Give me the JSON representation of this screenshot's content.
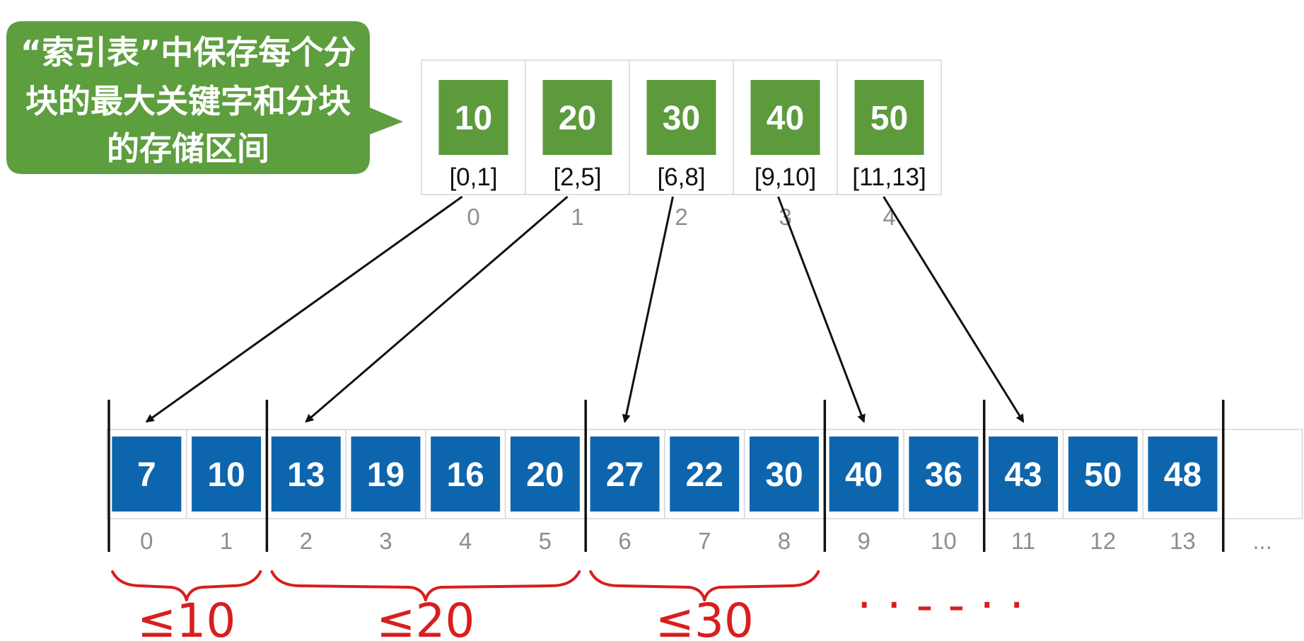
{
  "callout": {
    "lines": [
      "“索引表”中保存每个分",
      "块的最大关键字和分块",
      "的存储区间"
    ]
  },
  "index_table": [
    {
      "key": "10",
      "range": "[0,1]",
      "index": "0"
    },
    {
      "key": "20",
      "range": "[2,5]",
      "index": "1"
    },
    {
      "key": "30",
      "range": "[6,8]",
      "index": "2"
    },
    {
      "key": "40",
      "range": "[9,10]",
      "index": "3"
    },
    {
      "key": "50",
      "range": "[11,13]",
      "index": "4"
    }
  ],
  "array": {
    "values": [
      "7",
      "10",
      "13",
      "19",
      "16",
      "20",
      "27",
      "22",
      "30",
      "40",
      "36",
      "43",
      "50",
      "48"
    ],
    "indices": [
      "0",
      "1",
      "2",
      "3",
      "4",
      "5",
      "6",
      "7",
      "8",
      "9",
      "10",
      "11",
      "12",
      "13"
    ],
    "ellipsis": "..."
  },
  "links": [
    {
      "from": 0,
      "to": 0
    },
    {
      "from": 1,
      "to": 2
    },
    {
      "from": 2,
      "to": 6
    },
    {
      "from": 3,
      "to": 9
    },
    {
      "from": 4,
      "to": 11
    }
  ],
  "block_boundaries_after": [
    1,
    5,
    8,
    10,
    13
  ],
  "annotations": [
    {
      "start": 0,
      "end": 1,
      "label": "≤10"
    },
    {
      "start": 2,
      "end": 5,
      "label": "≤20"
    },
    {
      "start": 6,
      "end": 8,
      "label": "≤30"
    },
    {
      "start": 9,
      "end": 13,
      "label": "· · - - · ·"
    }
  ],
  "colors": {
    "callout": "#5d9e3f",
    "index_key": "#5c9a3c",
    "array_value": "#0d66ad",
    "handwriting": "#d81e1e",
    "arrow": "#111111"
  }
}
